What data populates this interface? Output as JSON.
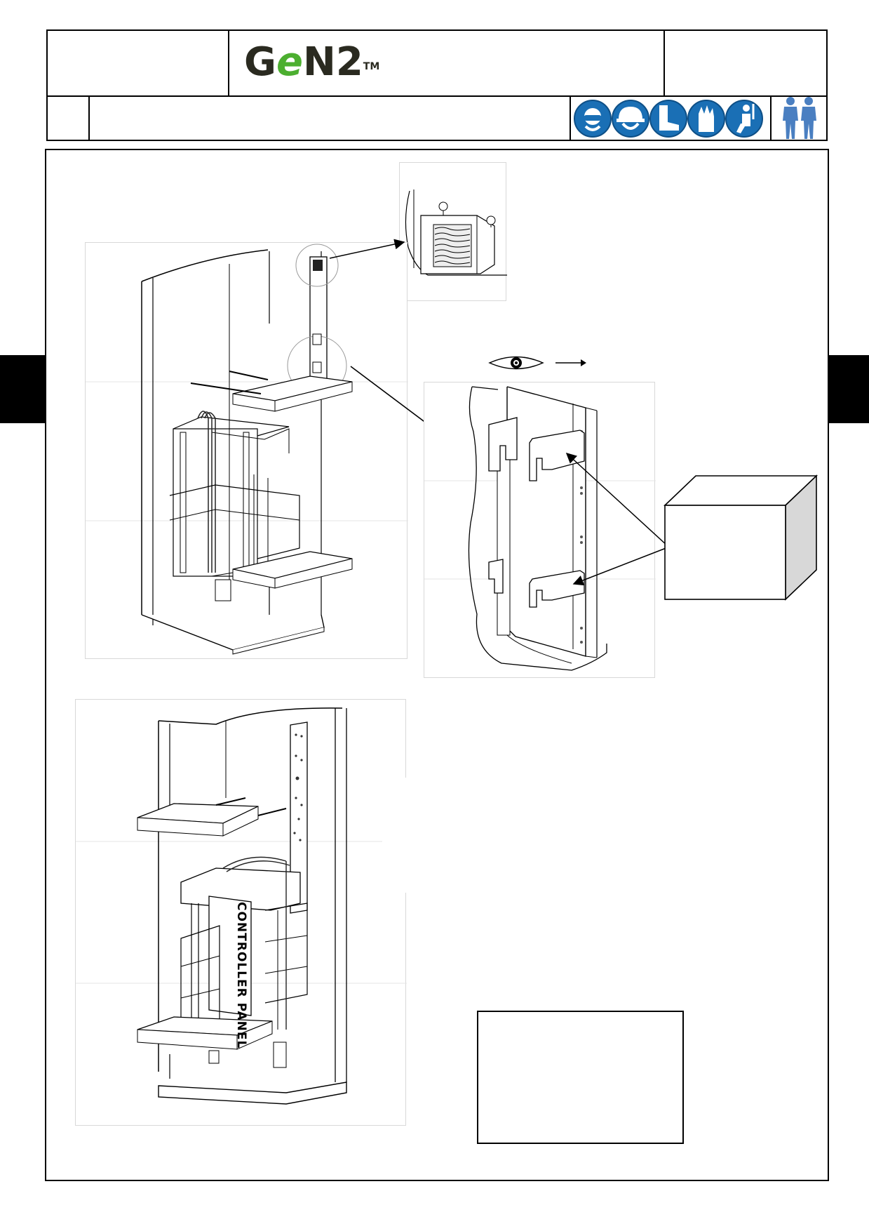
{
  "header": {
    "logo": {
      "text_g": "G",
      "text_e": "e",
      "text_n2": "N2",
      "tm": "TM"
    },
    "ppe_icons": [
      "safety-glasses-icon",
      "hard-hat-icon",
      "safety-boots-icon",
      "gloves-icon",
      "harness-icon"
    ],
    "personnel_icon": "two-persons-icon",
    "colors": {
      "ppe_blue": "#1a6fb5",
      "logo_green": "#4caf30",
      "personnel_blue": "#4a7fc1"
    }
  },
  "figures": {
    "controller_panel_label": "CONTROLLER PANEL",
    "view_direction_icon": "eye-view-arrow-icon"
  }
}
